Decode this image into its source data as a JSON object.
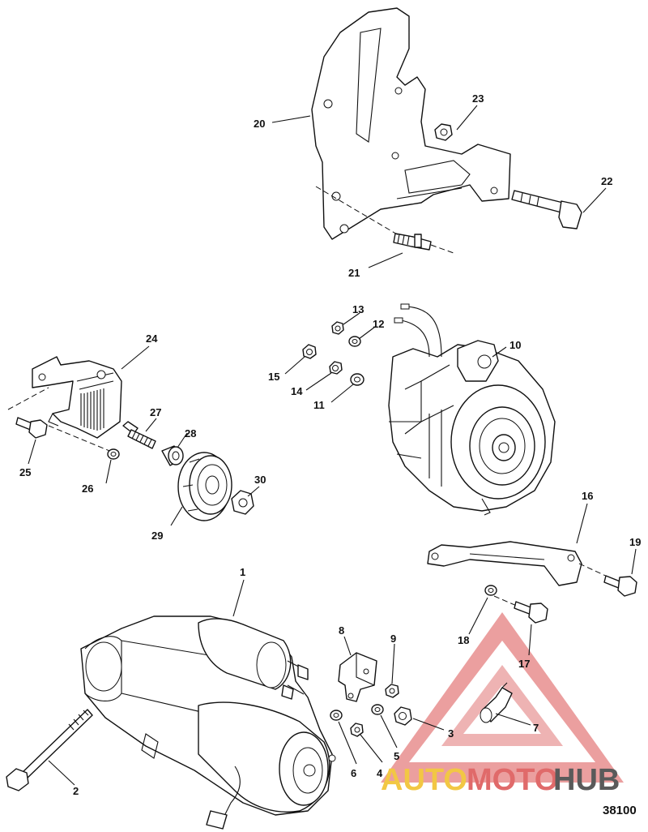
{
  "figure_number": "38100",
  "watermark": {
    "brand_part1": "AUTO",
    "brand_part2": "MOTO",
    "brand_part3": "HUB",
    "color_light": "#f2c744",
    "color_red": "#e06a6a",
    "color_dark": "#5a5a5a"
  },
  "callouts": {
    "c1": "1",
    "c2": "2",
    "c3": "3",
    "c4": "4",
    "c5": "5",
    "c6": "6",
    "c7": "7",
    "c8": "8",
    "c9": "9",
    "c10": "10",
    "c11": "11",
    "c12": "12",
    "c13": "13",
    "c14": "14",
    "c15": "15",
    "c16": "16",
    "c17": "17",
    "c18": "18",
    "c19": "19",
    "c20": "20",
    "c21": "21",
    "c22": "22",
    "c23": "23",
    "c24": "24",
    "c25": "25",
    "c26": "26",
    "c27": "27",
    "c28": "28",
    "c29": "29",
    "c30": "30"
  }
}
